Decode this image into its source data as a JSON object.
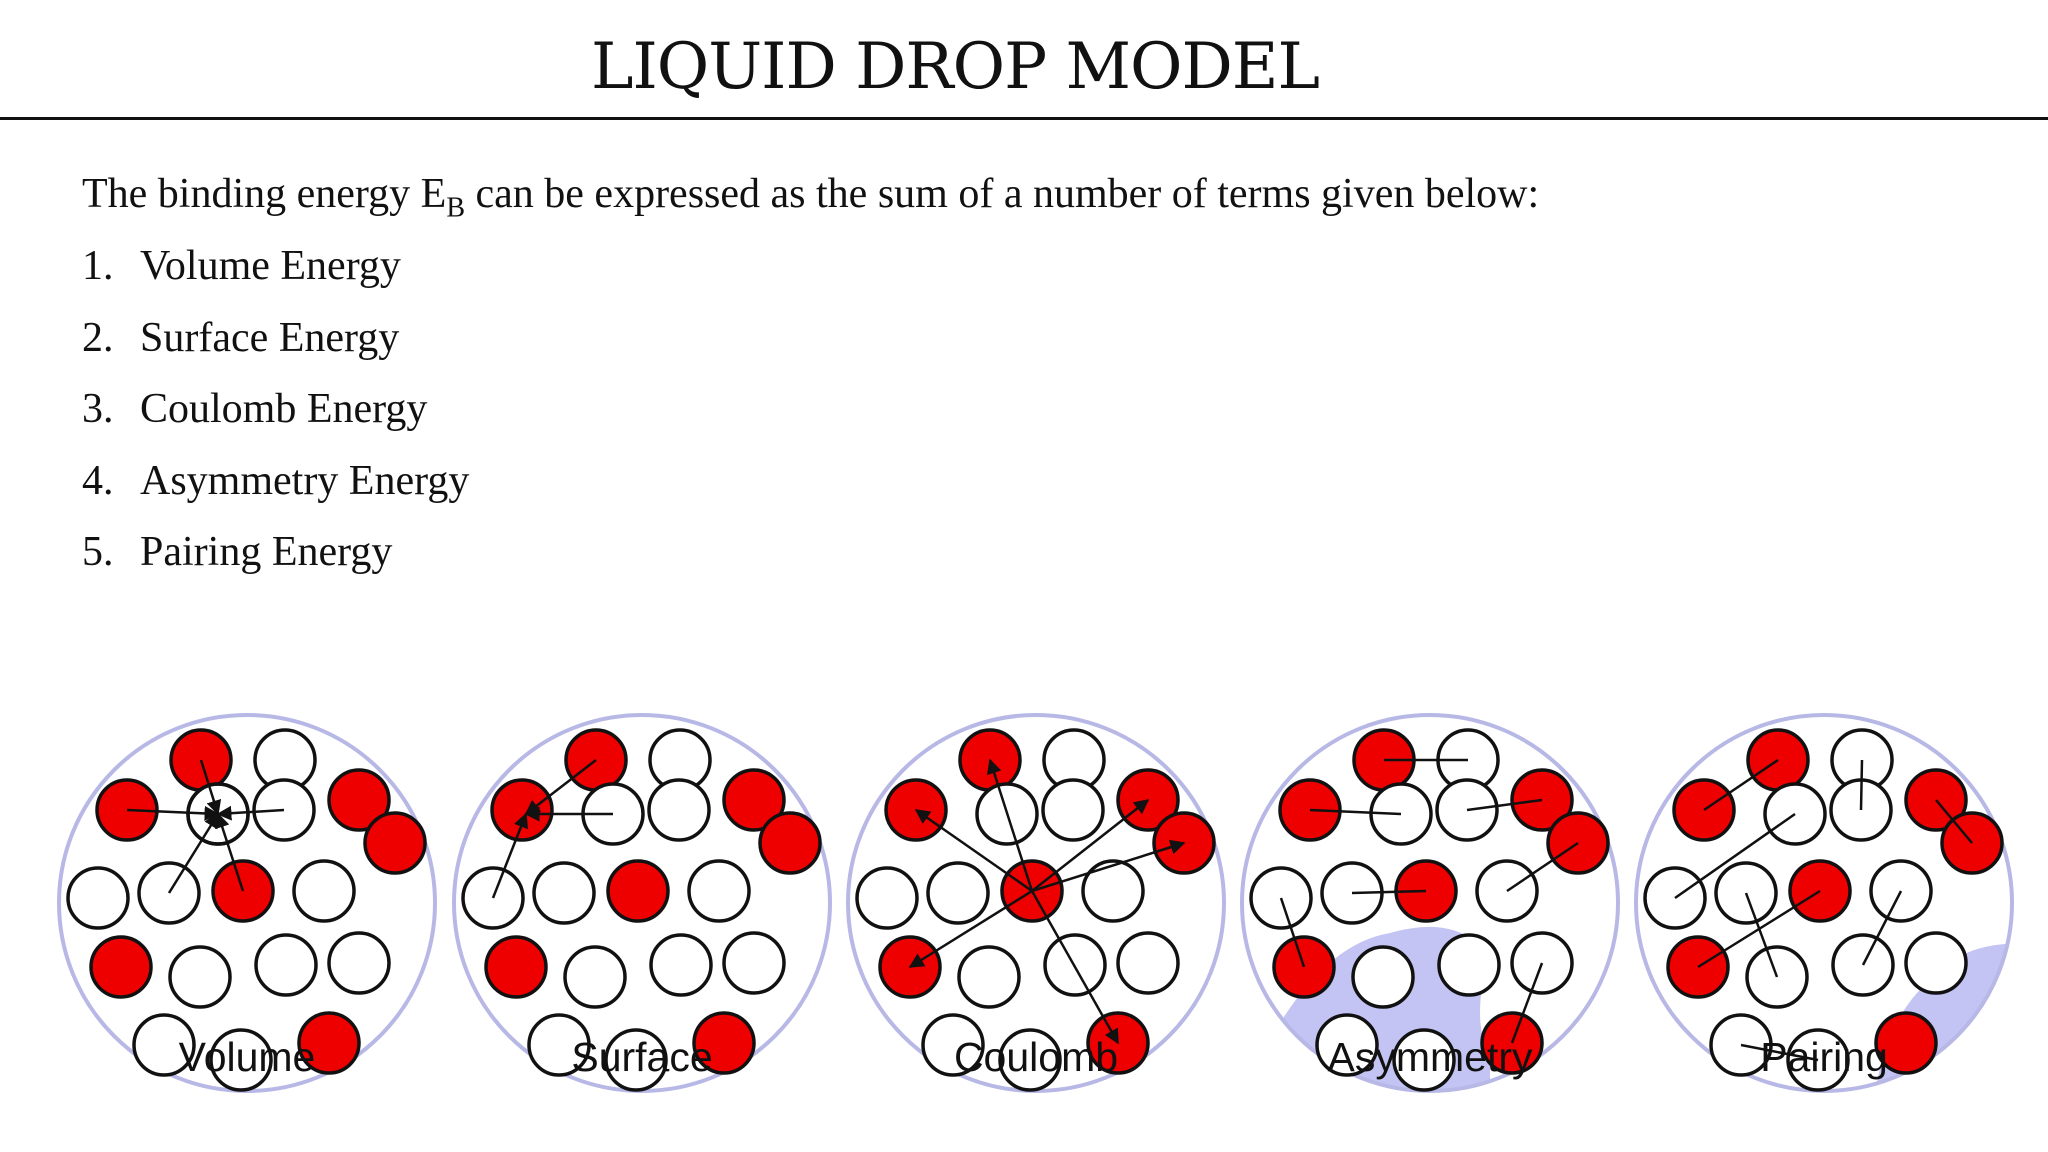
{
  "slide": {
    "title": "LIQUID DROP MODEL",
    "intro_prefix": "The binding energy E",
    "intro_sub": "B",
    "intro_suffix": " can be expressed as the sum of a number of terms given below:"
  },
  "terms": [
    {
      "num": "1.",
      "label": "Volume Energy"
    },
    {
      "num": "2.",
      "label": "Surface Energy"
    },
    {
      "num": "3.",
      "label": "Coulomb Energy"
    },
    {
      "num": "4.",
      "label": "Asymmetry Energy"
    },
    {
      "num": "5.",
      "label": "Pairing Energy"
    }
  ],
  "diagrams": [
    {
      "caption": "Volume"
    },
    {
      "caption": "Surface"
    },
    {
      "caption": "Coulomb"
    },
    {
      "caption": "Asymmetry"
    },
    {
      "caption": "Pairing"
    }
  ],
  "colors": {
    "proton": "#ee0000",
    "neutron": "#ffffff",
    "drop_outline": "#b8b8e6",
    "shaded_region": "#c4c4f4"
  }
}
